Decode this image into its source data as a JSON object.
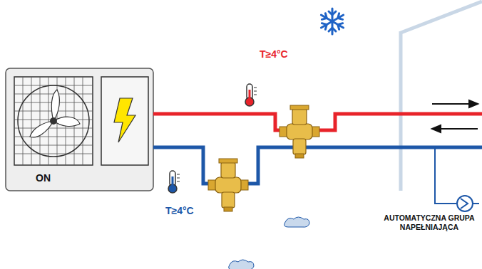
{
  "diagram": {
    "nodes": [
      {
        "text": [
          "ON"
        ]
      }
    ],
    "labels": [
      "T≥4°C",
      "T≥4°C",
      "AUTOMATYCZNA GRUPA NAPEŁNIAJĄCA"
    ]
  }
}
